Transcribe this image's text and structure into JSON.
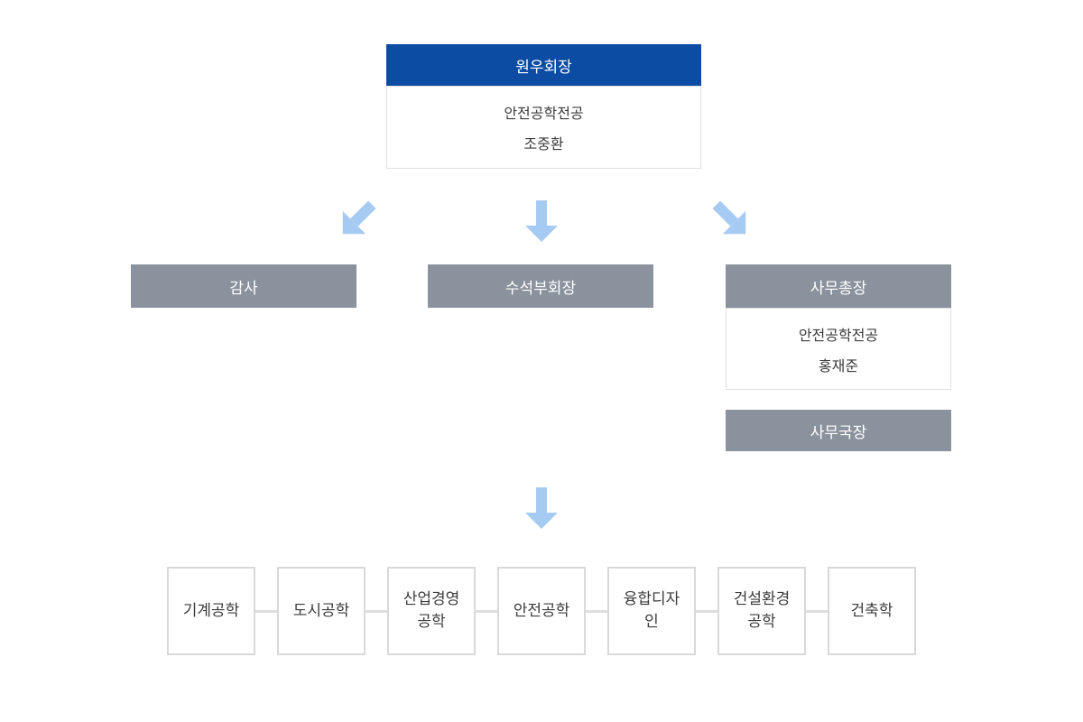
{
  "colors": {
    "primary_blue": "#0c4ca3",
    "box_gray": "#8a929d",
    "arrow_blue": "#a6cbf2",
    "border_light": "#e0e0e0",
    "bottom_border": "#d9d9d9",
    "connector_gray": "#dedede",
    "text_dark": "#3c3c3c",
    "text_white": "#ffffff"
  },
  "top_box": {
    "title": "원우회장",
    "major": "안전공학전공",
    "name": "조중환"
  },
  "level2": {
    "audit": {
      "label": "감사"
    },
    "senior_vice_chair": {
      "label": "수석부회장"
    },
    "secretary_general": {
      "label": "사무총장",
      "major": "안전공학전공",
      "name": "홍재준"
    },
    "office_director": {
      "label": "사무국장"
    }
  },
  "departments": [
    "기계공학",
    "도시공학",
    "산업경영공학",
    "안전공학",
    "융합디자인",
    "건설환경공학",
    "건축학"
  ]
}
